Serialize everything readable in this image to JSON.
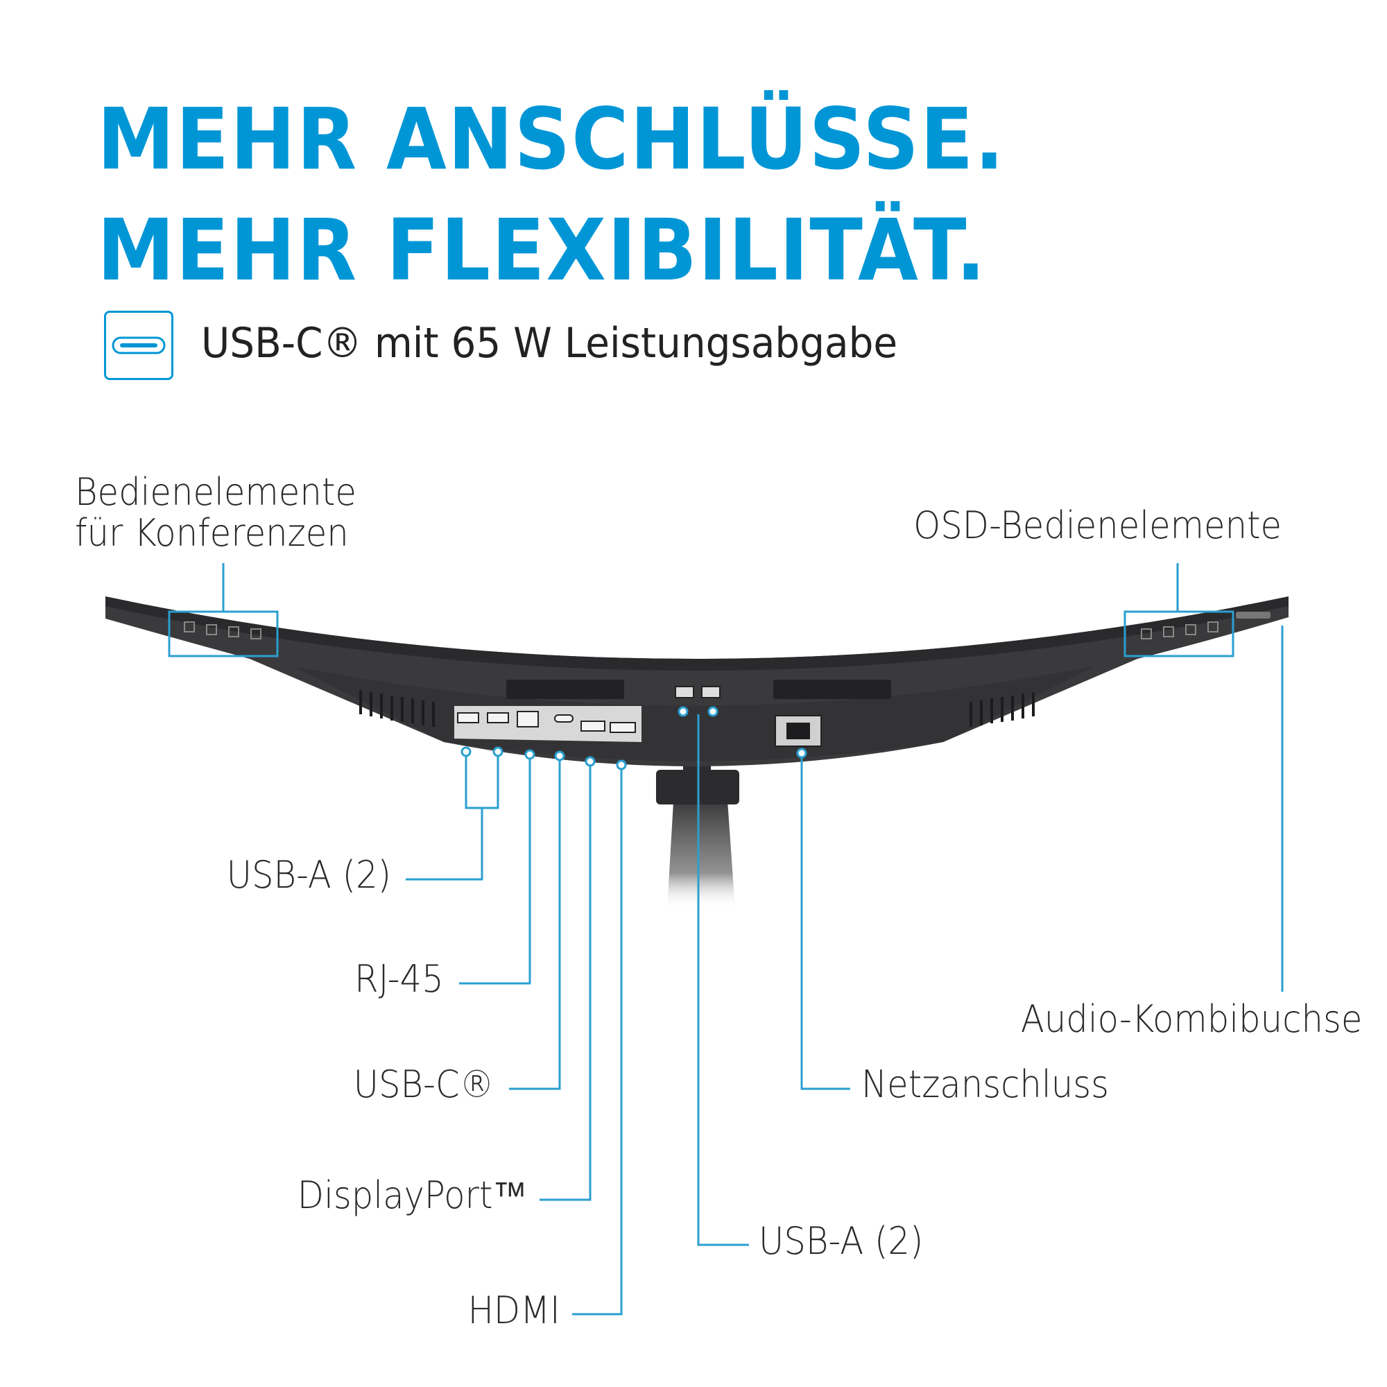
{
  "headline": {
    "line1": "MEHR ANSCHLÜSSE.",
    "line2": "MEHR FLEXIBILITÄT."
  },
  "feature": {
    "icon": "usb-c-port-icon",
    "text": "USB-C® mit 65 W Leistungsabgabe"
  },
  "callouts": {
    "conference_controls": [
      "Bedienelemente",
      "für Konferenzen"
    ],
    "osd_controls": "OSD-Bedienelemente",
    "usb_a_left": "USB-A (2)",
    "rj45": "RJ-45",
    "usb_c": "USB-C®",
    "displayport": "DisplayPort™",
    "hdmi": "HDMI",
    "usb_a_stand": "USB-A (2)",
    "power": "Netzanschluss",
    "audio": "Audio-Kombibuchse"
  },
  "colors": {
    "brand_blue": "#0096d6",
    "callout_line": "#2a9fd0",
    "monitor_body": "#3a3a3c",
    "text": "#2a2a2a"
  }
}
